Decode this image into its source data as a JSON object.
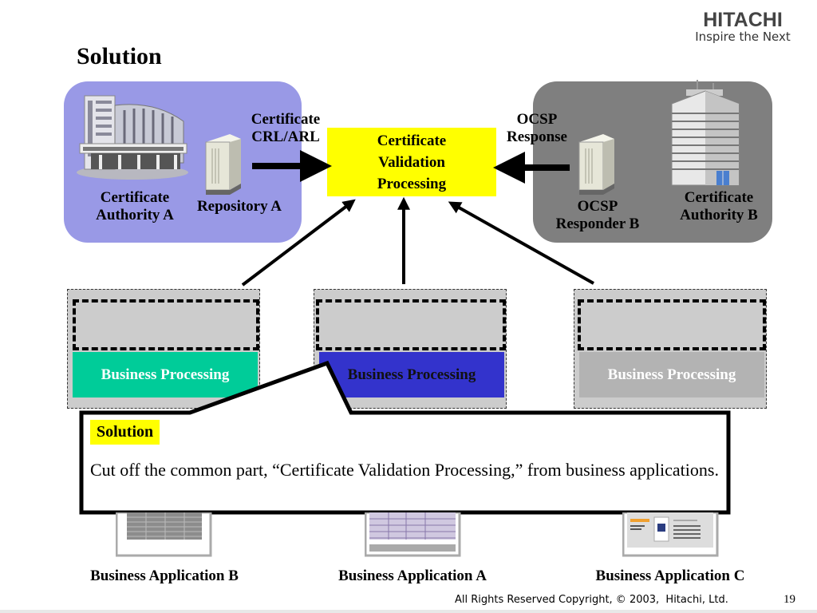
{
  "slide": {
    "title": "Solution",
    "page_number": "19",
    "footer": "All Rights Reserved Copyright, © 2003,  Hitachi, Ltd."
  },
  "logo": {
    "brand": "HITACHI",
    "tagline": "Inspire the Next"
  },
  "colors": {
    "panel_a": "#9999e6",
    "panel_b": "#7f7f7f",
    "highlight_yellow": "#ffff00",
    "bp_green": "#00cc99",
    "bp_blue": "#3333cc",
    "bp_gray": "#b3b3b3"
  },
  "diagram": {
    "left_group": {
      "authority_label": "Certificate\nAuthority A",
      "repository_label": "Repository A",
      "arrow_label": "Certificate\nCRL/ARL"
    },
    "center": {
      "label": "Certificate\nValidation\nProcessing"
    },
    "right_group": {
      "authority_label": "Certificate\nAuthority B",
      "responder_label": "OCSP\nResponder B",
      "arrow_label": "OCSP\nResponse"
    },
    "applications": [
      {
        "name": "Business Application B",
        "processing_label": "Business Processing"
      },
      {
        "name": "Business Application A",
        "processing_label": "Business Processing"
      },
      {
        "name": "Business Application C",
        "processing_label": "Business Processing"
      }
    ]
  },
  "callout": {
    "badge": "Solution",
    "body": "Cut off the common part, “Certificate Validation Processing,” from business applications."
  }
}
